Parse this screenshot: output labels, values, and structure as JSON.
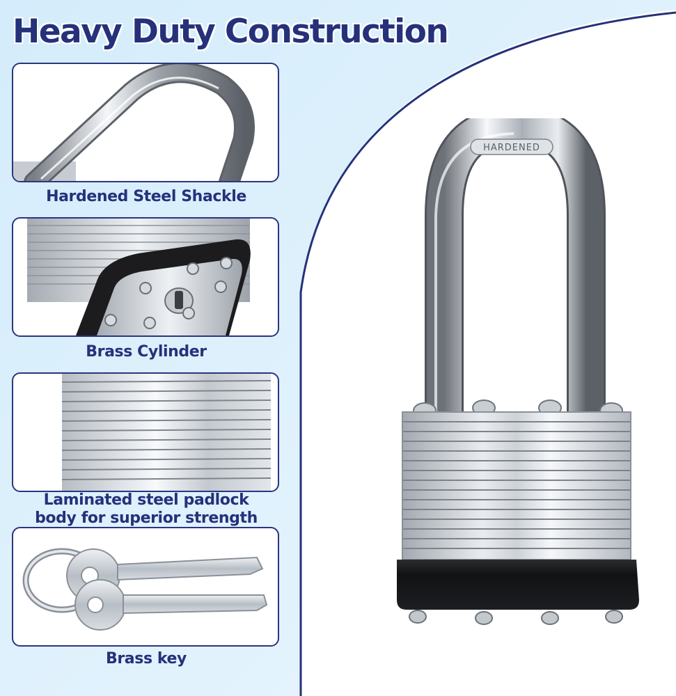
{
  "headline": "Heavy Duty Construction",
  "features": [
    {
      "caption": "Hardened Steel Shackle",
      "icon": "shackle-icon"
    },
    {
      "caption": "Brass Cylinder",
      "icon": "cylinder-icon"
    },
    {
      "caption_lines": [
        "Laminated steel padlock",
        "body for superior strength"
      ],
      "icon": "laminated-body-icon"
    },
    {
      "caption": "Brass key",
      "icon": "key-icon"
    }
  ],
  "main_image": {
    "icon": "padlock-icon",
    "engraving": "HARDENED"
  },
  "colors": {
    "accent": "#25317a",
    "background_tint": "#d8eefc",
    "border": "#2a3580"
  }
}
